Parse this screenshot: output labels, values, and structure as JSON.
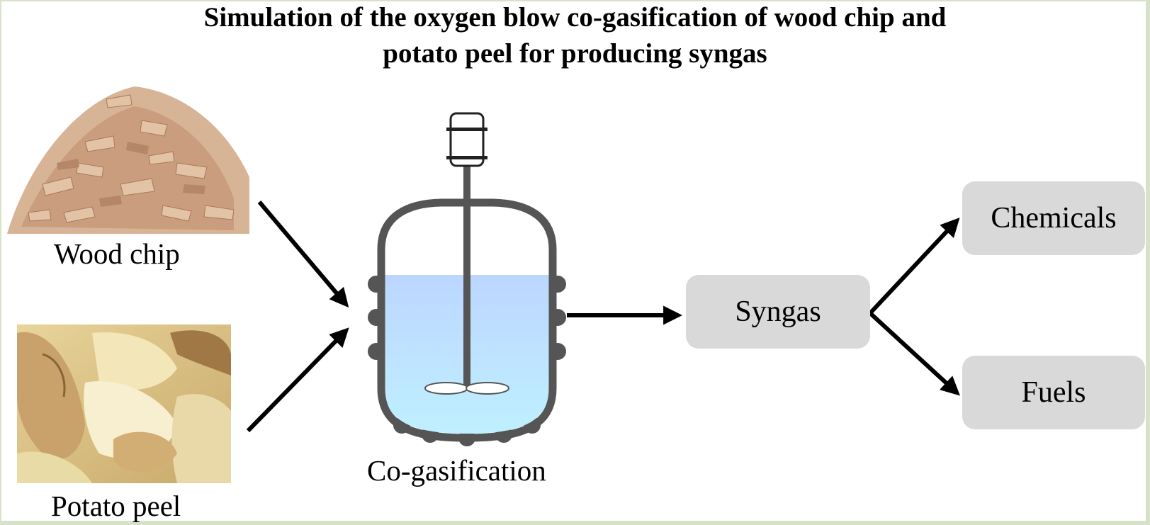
{
  "title": {
    "line1": "Simulation of the oxygen blow co-gasification of wood chip and",
    "line2": "potato peel for producing syngas"
  },
  "inputs": {
    "wood_chip_label": "Wood chip",
    "potato_peel_label": "Potato peel"
  },
  "reactor": {
    "label": "Co-gasification"
  },
  "products": {
    "syngas_label": "Syngas",
    "chemicals_label": "Chemicals",
    "fuels_label": "Fuels"
  },
  "colors": {
    "box_fill": "#d9d9d9",
    "liquid_top": "#bcd6ff",
    "liquid_bottom": "#bff0ff",
    "vessel_stroke": "#555555"
  }
}
